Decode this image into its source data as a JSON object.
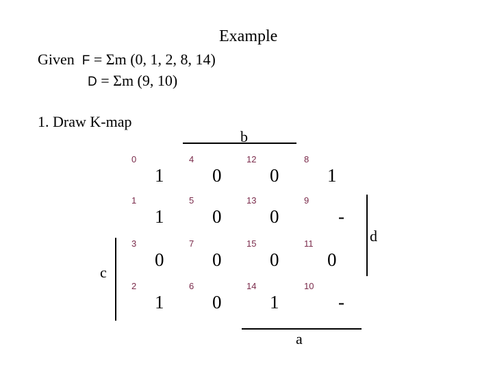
{
  "title": "Example",
  "given": {
    "lead": "Given",
    "f_label": "F",
    "f_expr": " = Σm (0, 1, 2, 8, 14)",
    "d_label": "D",
    "d_expr": " = Σm (9, 10)"
  },
  "step": "1. Draw K-map",
  "vars": {
    "top": "b",
    "bottom": "a",
    "left": "c",
    "right": "d"
  },
  "kmap": {
    "rows": [
      [
        {
          "index": "0",
          "value": "1"
        },
        {
          "index": "4",
          "value": "0"
        },
        {
          "index": "12",
          "value": "0"
        },
        {
          "index": "8",
          "value": "1"
        }
      ],
      [
        {
          "index": "1",
          "value": "1"
        },
        {
          "index": "5",
          "value": "0"
        },
        {
          "index": "13",
          "value": "0"
        },
        {
          "index": "9",
          "value": "-"
        }
      ],
      [
        {
          "index": "3",
          "value": "0"
        },
        {
          "index": "7",
          "value": "0"
        },
        {
          "index": "15",
          "value": "0"
        },
        {
          "index": "11",
          "value": "0"
        }
      ],
      [
        {
          "index": "2",
          "value": "1"
        },
        {
          "index": "6",
          "value": "0"
        },
        {
          "index": "14",
          "value": "1"
        },
        {
          "index": "10",
          "value": "-"
        }
      ]
    ]
  }
}
